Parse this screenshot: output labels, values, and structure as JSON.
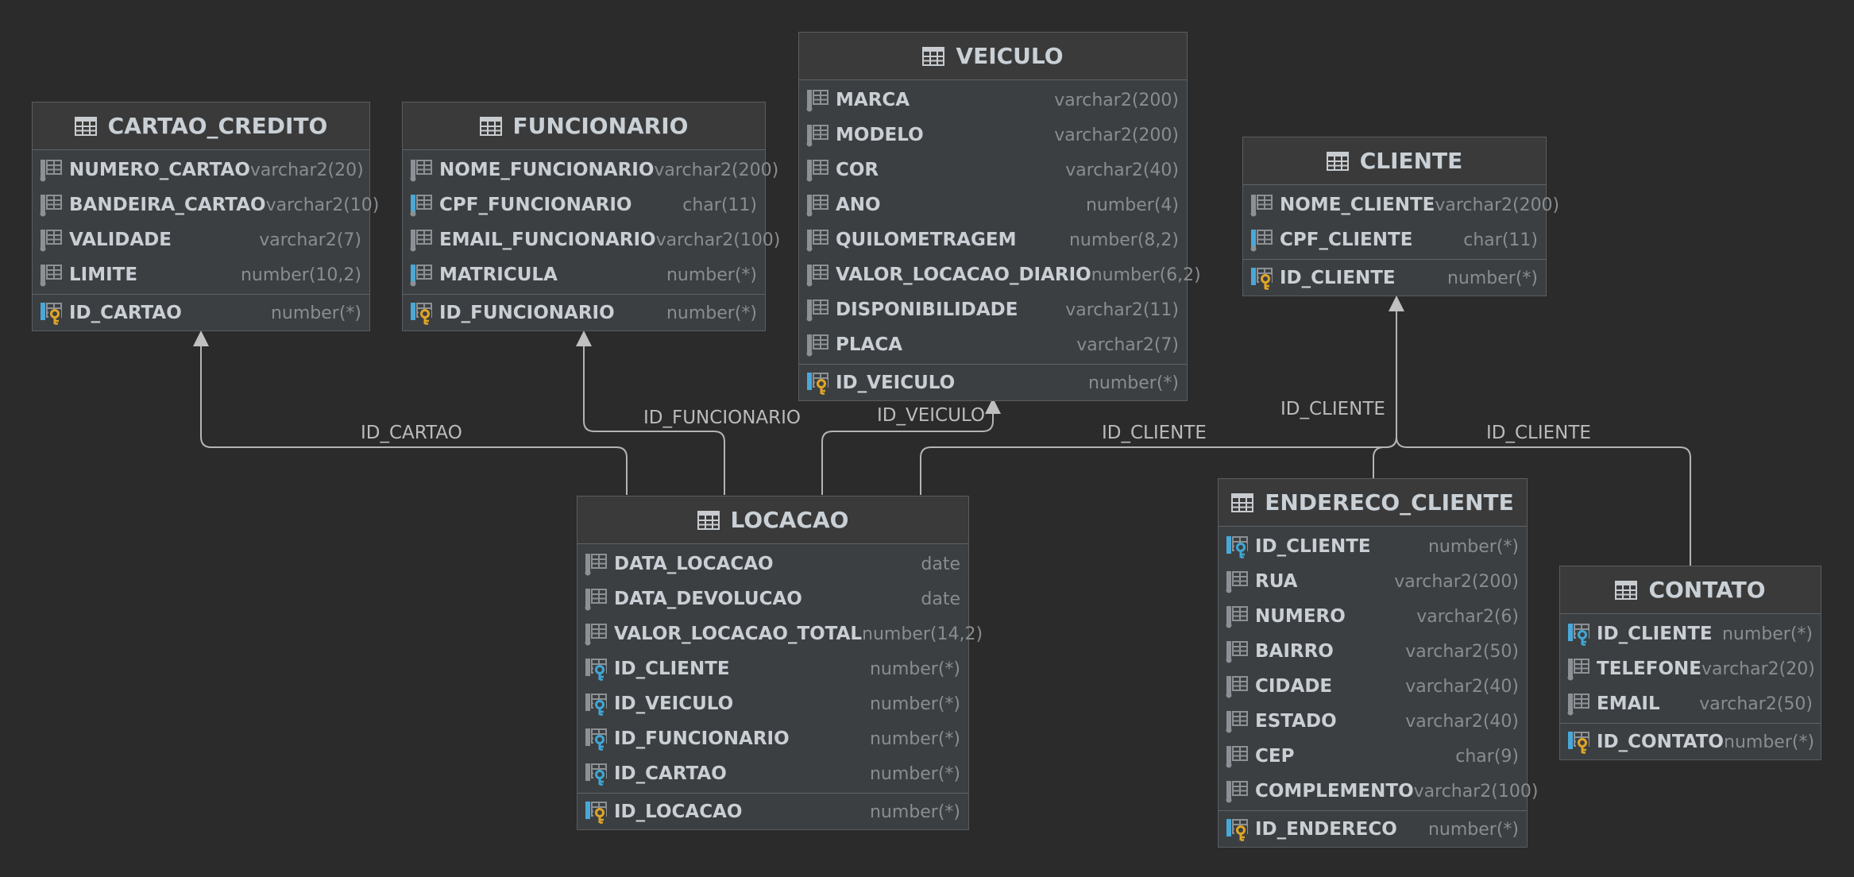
{
  "tables": [
    {
      "id": "cartao_credito",
      "name": "CARTAO_CREDITO",
      "columns": [
        {
          "name": "NUMERO_CARTAO",
          "type": "varchar2(20)",
          "kind": "col"
        },
        {
          "name": "BANDEIRA_CARTAO",
          "type": "varchar2(10)",
          "kind": "col"
        },
        {
          "name": "VALIDADE",
          "type": "varchar2(7)",
          "kind": "col"
        },
        {
          "name": "LIMITE",
          "type": "number(10,2)",
          "kind": "col"
        }
      ],
      "pk": {
        "name": "ID_CARTAO",
        "type": "number(*)",
        "kind": "pk"
      }
    },
    {
      "id": "funcionario",
      "name": "FUNCIONARIO",
      "columns": [
        {
          "name": "NOME_FUNCIONARIO",
          "type": "varchar2(200)",
          "kind": "col"
        },
        {
          "name": "CPF_FUNCIONARIO",
          "type": "char(11)",
          "kind": "unique"
        },
        {
          "name": "EMAIL_FUNCIONARIO",
          "type": "varchar2(100)",
          "kind": "col"
        },
        {
          "name": "MATRICULA",
          "type": "number(*)",
          "kind": "unique"
        }
      ],
      "pk": {
        "name": "ID_FUNCIONARIO",
        "type": "number(*)",
        "kind": "pk"
      }
    },
    {
      "id": "veiculo",
      "name": "VEICULO",
      "columns": [
        {
          "name": "MARCA",
          "type": "varchar2(200)",
          "kind": "col"
        },
        {
          "name": "MODELO",
          "type": "varchar2(200)",
          "kind": "col"
        },
        {
          "name": "COR",
          "type": "varchar2(40)",
          "kind": "col"
        },
        {
          "name": "ANO",
          "type": "number(4)",
          "kind": "col"
        },
        {
          "name": "QUILOMETRAGEM",
          "type": "number(8,2)",
          "kind": "col"
        },
        {
          "name": "VALOR_LOCACAO_DIARIO",
          "type": "number(6,2)",
          "kind": "col"
        },
        {
          "name": "DISPONIBILIDADE",
          "type": "varchar2(11)",
          "kind": "col"
        },
        {
          "name": "PLACA",
          "type": "varchar2(7)",
          "kind": "col"
        }
      ],
      "pk": {
        "name": "ID_VEICULO",
        "type": "number(*)",
        "kind": "pk"
      }
    },
    {
      "id": "cliente",
      "name": "CLIENTE",
      "columns": [
        {
          "name": "NOME_CLIENTE",
          "type": "varchar2(200)",
          "kind": "col"
        },
        {
          "name": "CPF_CLIENTE",
          "type": "char(11)",
          "kind": "unique"
        }
      ],
      "pk": {
        "name": "ID_CLIENTE",
        "type": "number(*)",
        "kind": "pk"
      }
    },
    {
      "id": "locacao",
      "name": "LOCACAO",
      "columns": [
        {
          "name": "DATA_LOCACAO",
          "type": "date",
          "kind": "col"
        },
        {
          "name": "DATA_DEVOLUCAO",
          "type": "date",
          "kind": "col"
        },
        {
          "name": "VALOR_LOCACAO_TOTAL",
          "type": "number(14,2)",
          "kind": "col"
        },
        {
          "name": "ID_CLIENTE",
          "type": "number(*)",
          "kind": "fk"
        },
        {
          "name": "ID_VEICULO",
          "type": "number(*)",
          "kind": "fk"
        },
        {
          "name": "ID_FUNCIONARIO",
          "type": "number(*)",
          "kind": "fk"
        },
        {
          "name": "ID_CARTAO",
          "type": "number(*)",
          "kind": "fk"
        }
      ],
      "pk": {
        "name": "ID_LOCACAO",
        "type": "number(*)",
        "kind": "pk"
      }
    },
    {
      "id": "endereco_cliente",
      "name": "ENDERECO_CLIENTE",
      "columns": [
        {
          "name": "ID_CLIENTE",
          "type": "number(*)",
          "kind": "fkunique"
        },
        {
          "name": "RUA",
          "type": "varchar2(200)",
          "kind": "col"
        },
        {
          "name": "NUMERO",
          "type": "varchar2(6)",
          "kind": "col"
        },
        {
          "name": "BAIRRO",
          "type": "varchar2(50)",
          "kind": "col"
        },
        {
          "name": "CIDADE",
          "type": "varchar2(40)",
          "kind": "col"
        },
        {
          "name": "ESTADO",
          "type": "varchar2(40)",
          "kind": "col"
        },
        {
          "name": "CEP",
          "type": "char(9)",
          "kind": "col"
        },
        {
          "name": "COMPLEMENTO",
          "type": "varchar2(100)",
          "kind": "col"
        }
      ],
      "pk": {
        "name": "ID_ENDERECO",
        "type": "number(*)",
        "kind": "pk"
      }
    },
    {
      "id": "contato",
      "name": "CONTATO",
      "columns": [
        {
          "name": "ID_CLIENTE",
          "type": "number(*)",
          "kind": "fkunique"
        },
        {
          "name": "TELEFONE",
          "type": "varchar2(20)",
          "kind": "col"
        },
        {
          "name": "EMAIL",
          "type": "varchar2(50)",
          "kind": "col"
        }
      ],
      "pk": {
        "name": "ID_CONTATO",
        "type": "number(*)",
        "kind": "pk"
      }
    }
  ],
  "relations": [
    {
      "id": "rel-cartao",
      "label": "ID_CARTAO"
    },
    {
      "id": "rel-funcionario",
      "label": "ID_FUNCIONARIO"
    },
    {
      "id": "rel-veiculo",
      "label": "ID_VEICULO"
    },
    {
      "id": "rel-cliente-locacao",
      "label": "ID_CLIENTE"
    },
    {
      "id": "rel-cliente-endereco",
      "label": "ID_CLIENTE"
    },
    {
      "id": "rel-cliente-contato",
      "label": "ID_CLIENTE"
    }
  ],
  "colors": {
    "background": "#2b2b2b",
    "table_fill": "#3c3f41",
    "line": "#b4b4b4",
    "pk_key": "#e0a526",
    "fk_key": "#3fa7d6"
  }
}
